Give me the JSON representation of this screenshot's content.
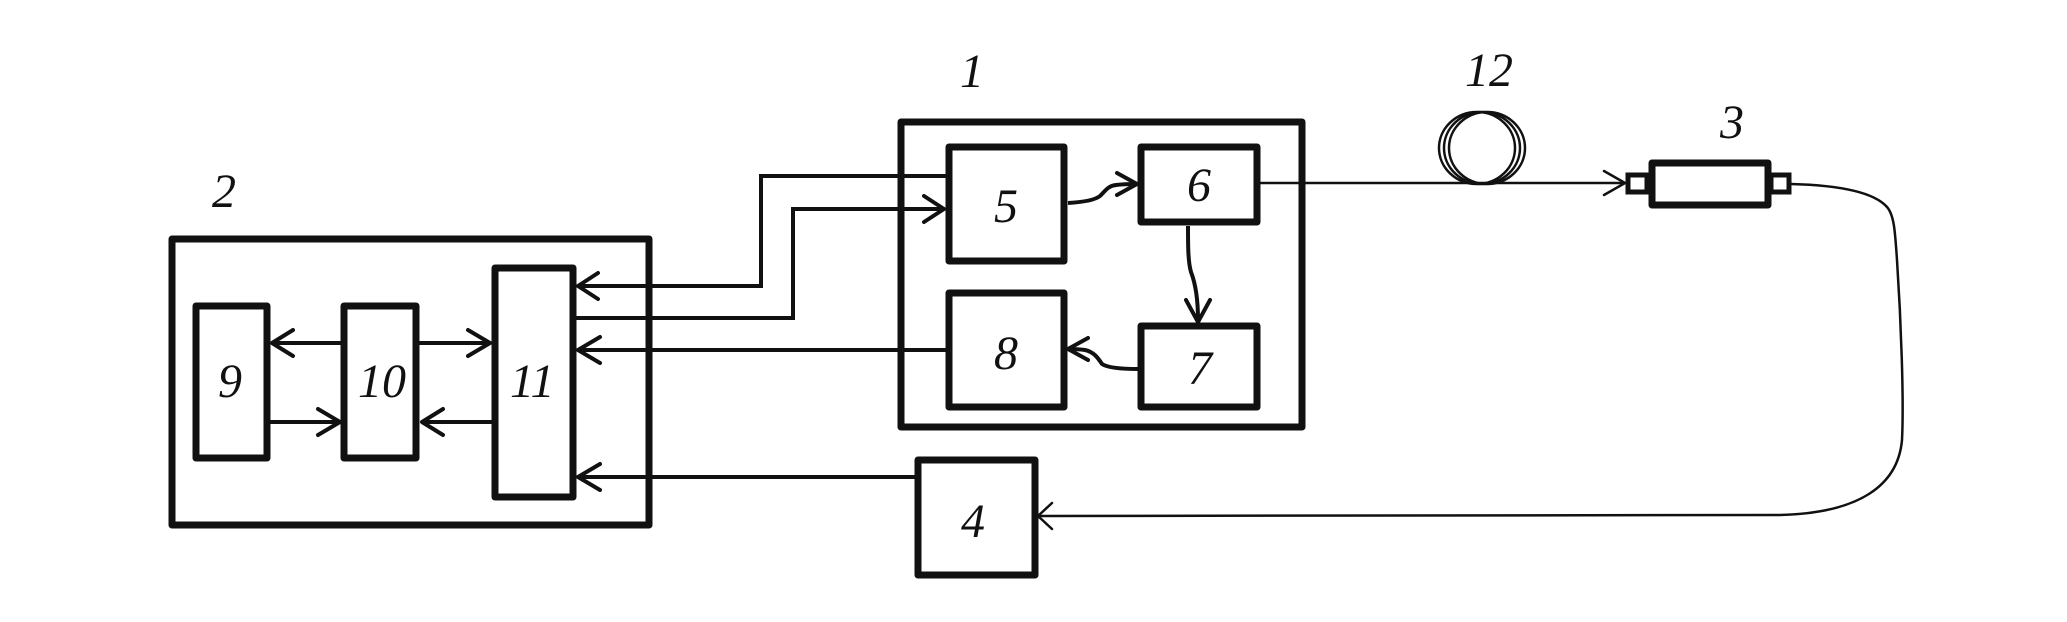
{
  "diagram": {
    "type": "block-diagram",
    "colors": {
      "stroke": "#111111",
      "background": "#ffffff"
    },
    "blocks": [
      {
        "id": "1",
        "label": "1",
        "role": "container"
      },
      {
        "id": "2",
        "label": "2",
        "role": "container"
      },
      {
        "id": "3",
        "label": "3",
        "role": "fiber-component"
      },
      {
        "id": "4",
        "label": "4",
        "role": "block"
      },
      {
        "id": "5",
        "label": "5",
        "role": "block",
        "parent": "1"
      },
      {
        "id": "6",
        "label": "6",
        "role": "block",
        "parent": "1"
      },
      {
        "id": "7",
        "label": "7",
        "role": "block",
        "parent": "1"
      },
      {
        "id": "8",
        "label": "8",
        "role": "block",
        "parent": "1"
      },
      {
        "id": "9",
        "label": "9",
        "role": "block",
        "parent": "2"
      },
      {
        "id": "10",
        "label": "10",
        "role": "block",
        "parent": "2"
      },
      {
        "id": "11",
        "label": "11",
        "role": "block",
        "parent": "2"
      },
      {
        "id": "12",
        "label": "12",
        "role": "fiber-coil"
      }
    ],
    "connections": [
      {
        "from": "10",
        "to": "9"
      },
      {
        "from": "9",
        "to": "10"
      },
      {
        "from": "10",
        "to": "11"
      },
      {
        "from": "11",
        "to": "10"
      },
      {
        "from": "5",
        "to": "11"
      },
      {
        "from": "11",
        "to": "5"
      },
      {
        "from": "8",
        "to": "11"
      },
      {
        "from": "4",
        "to": "11"
      },
      {
        "from": "5",
        "to": "6"
      },
      {
        "from": "6",
        "to": "7"
      },
      {
        "from": "7",
        "to": "8"
      },
      {
        "from": "6",
        "to": "3",
        "via": "12"
      },
      {
        "from": "3",
        "to": "4"
      }
    ]
  },
  "labels": {
    "b1": "1",
    "b2": "2",
    "b3": "3",
    "b4": "4",
    "b5": "5",
    "b6": "6",
    "b7": "7",
    "b8": "8",
    "b9": "9",
    "b10": "10",
    "b11": "11",
    "b12": "12"
  },
  "icons": {
    "fiber_coil": "fiber-coil-icon",
    "fiber_component": "fiber-component-icon"
  }
}
